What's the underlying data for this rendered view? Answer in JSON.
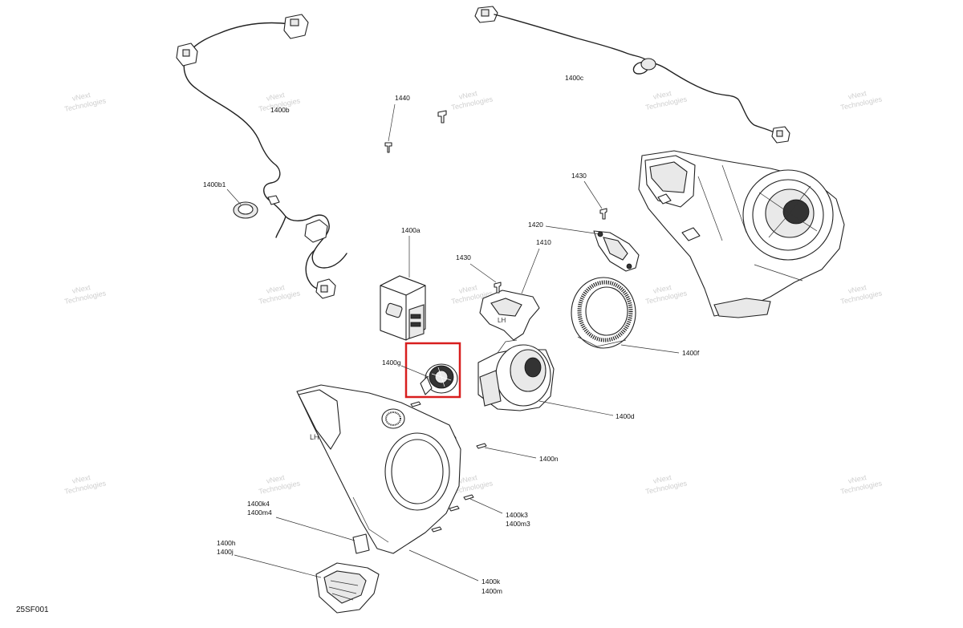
{
  "diagram_code": "25SF001",
  "highlight_color": "#d81e1e",
  "watermark": {
    "line1": "vNext",
    "line2": "Technologies"
  },
  "callouts": {
    "c1400b": "1400b",
    "c1400b1": "1400b1",
    "c1440": "1440",
    "c1400c": "1400c",
    "c1430_top": "1430",
    "c1420": "1420",
    "c1410": "1410",
    "c1430_mid": "1430",
    "c1400a": "1400a",
    "c1400g": "1400g",
    "c1400f": "1400f",
    "c1400d": "1400d",
    "c1400n": "1400n",
    "c1400k4": "1400k4",
    "c1400m4": "1400m4",
    "c1400k3": "1400k3",
    "c1400m3": "1400m3",
    "c1400h": "1400h",
    "c1400j": "1400j",
    "c1400k": "1400k",
    "c1400m": "1400m"
  }
}
